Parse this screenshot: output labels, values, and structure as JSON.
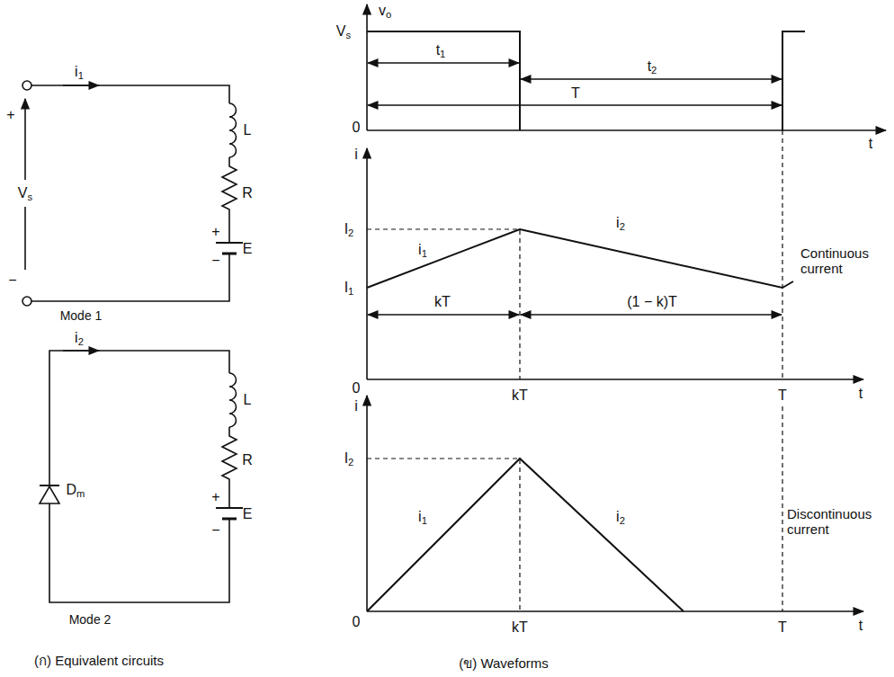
{
  "diagram": {
    "labels": [
      "i1",
      "+",
      "Vs",
      "−",
      "L",
      "R",
      "+",
      "−",
      "E",
      "Mode 1",
      "i2",
      "Dm",
      "L",
      "R",
      "+",
      "−",
      "E",
      "Mode 2",
      "(ก) Equivalent circuits",
      "vo",
      "Vs",
      "t1",
      "t2",
      "0",
      "T",
      "t",
      "i",
      "I2",
      "i1",
      "i2",
      "Continuous current",
      "I1",
      "kT",
      "(1 − k)T",
      "0",
      "kT",
      "T",
      "t",
      "i",
      "I2",
      "i1",
      "i2",
      "Discontinuous current",
      "0",
      "kT",
      "T",
      "t",
      "(ข) Waveforms"
    ]
  }
}
